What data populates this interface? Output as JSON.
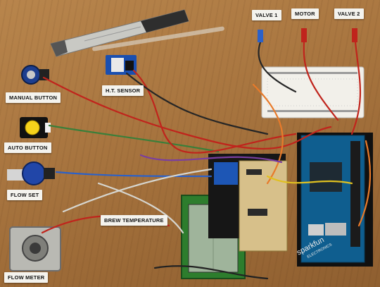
{
  "labels": {
    "valve1": "VALVE 1",
    "motor": "MOTOR",
    "valve2": "VALVE 2",
    "manual_button": "MANUAL BUTTON",
    "ht_sensor": "H.T. SENSOR",
    "auto_button": "AUTO BUTTON",
    "flow_set": "FLOW SET",
    "brew_temperature": "BREW TEMPERATURE",
    "flow_meter": "FLOW METER"
  },
  "board_brand": "sparkfun",
  "board_brand_sub": "ELECTRONICS"
}
